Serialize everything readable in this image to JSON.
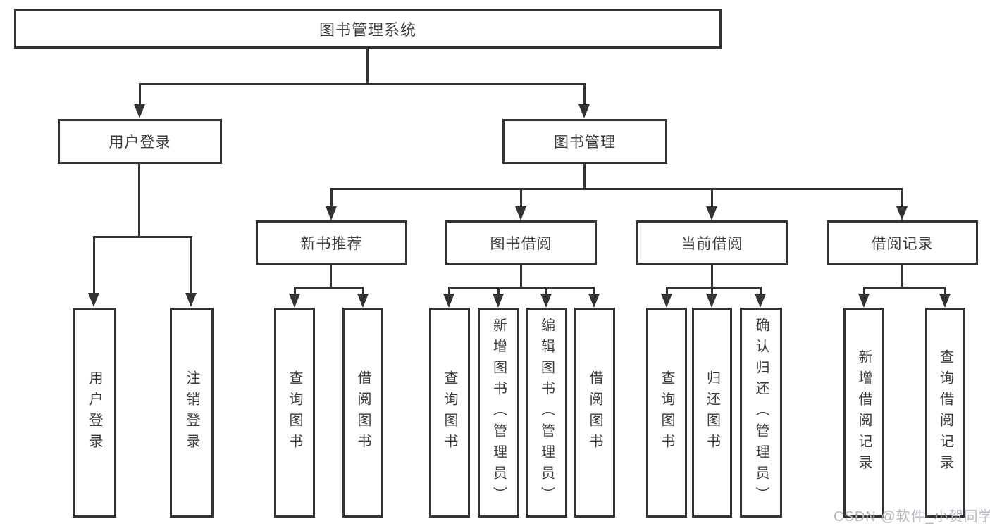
{
  "colors": {
    "line": "#333333",
    "box_border": "#333333",
    "text": "#3b3b3b",
    "watermark": "#b3b7c0",
    "background": "#ffffff"
  },
  "watermark": {
    "text": "CSDN @软件_小贺同学"
  },
  "diagram": {
    "root": {
      "label": "图书管理系统",
      "children": [
        {
          "label": "用户登录",
          "children": [
            {
              "label": "用户登录"
            },
            {
              "label": "注销登录"
            }
          ]
        },
        {
          "label": "图书管理",
          "children": [
            {
              "label": "新书推荐",
              "children": [
                {
                  "label": "查询图书"
                },
                {
                  "label": "借阅图书"
                }
              ]
            },
            {
              "label": "图书借阅",
              "children": [
                {
                  "label": "查询图书"
                },
                {
                  "label": "新增图书（管理员）"
                },
                {
                  "label": "编辑图书（管理员）"
                },
                {
                  "label": "借阅图书"
                }
              ]
            },
            {
              "label": "当前借阅",
              "children": [
                {
                  "label": "查询图书"
                },
                {
                  "label": "归还图书"
                },
                {
                  "label": "确认归还（管理员）"
                }
              ]
            },
            {
              "label": "借阅记录",
              "children": [
                {
                  "label": "新增借阅记录"
                },
                {
                  "label": "查询借阅记录"
                }
              ]
            }
          ]
        }
      ]
    }
  }
}
